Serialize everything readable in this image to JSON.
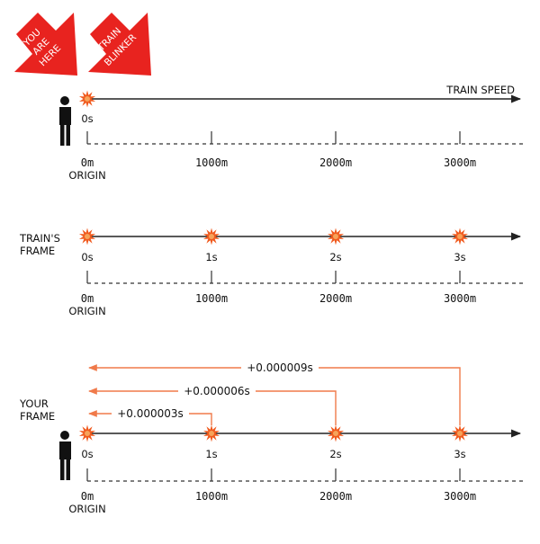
{
  "callouts": {
    "you_are_here": [
      "YOU",
      "ARE",
      "HERE"
    ],
    "train_blinker": [
      "TRAIN",
      "BLINKER"
    ]
  },
  "labels": {
    "train_speed": "TRAIN SPEED",
    "trains_frame": [
      "TRAIN'S",
      "FRAME"
    ],
    "your_frame": [
      "YOUR",
      "FRAME"
    ],
    "origin": "ORIGIN"
  },
  "distance_ticks": [
    "0m",
    "1000m",
    "2000m",
    "3000m"
  ],
  "time_labels": [
    "0s",
    "1s",
    "2s",
    "3s"
  ],
  "delays": [
    "+0.000003s",
    "+0.000006s",
    "+0.000009s"
  ],
  "colors": {
    "accent_red": "#e8231f",
    "flash_orange": "#f05a1e",
    "delay_arrow": "#f07a4a",
    "axis": "#222222"
  }
}
